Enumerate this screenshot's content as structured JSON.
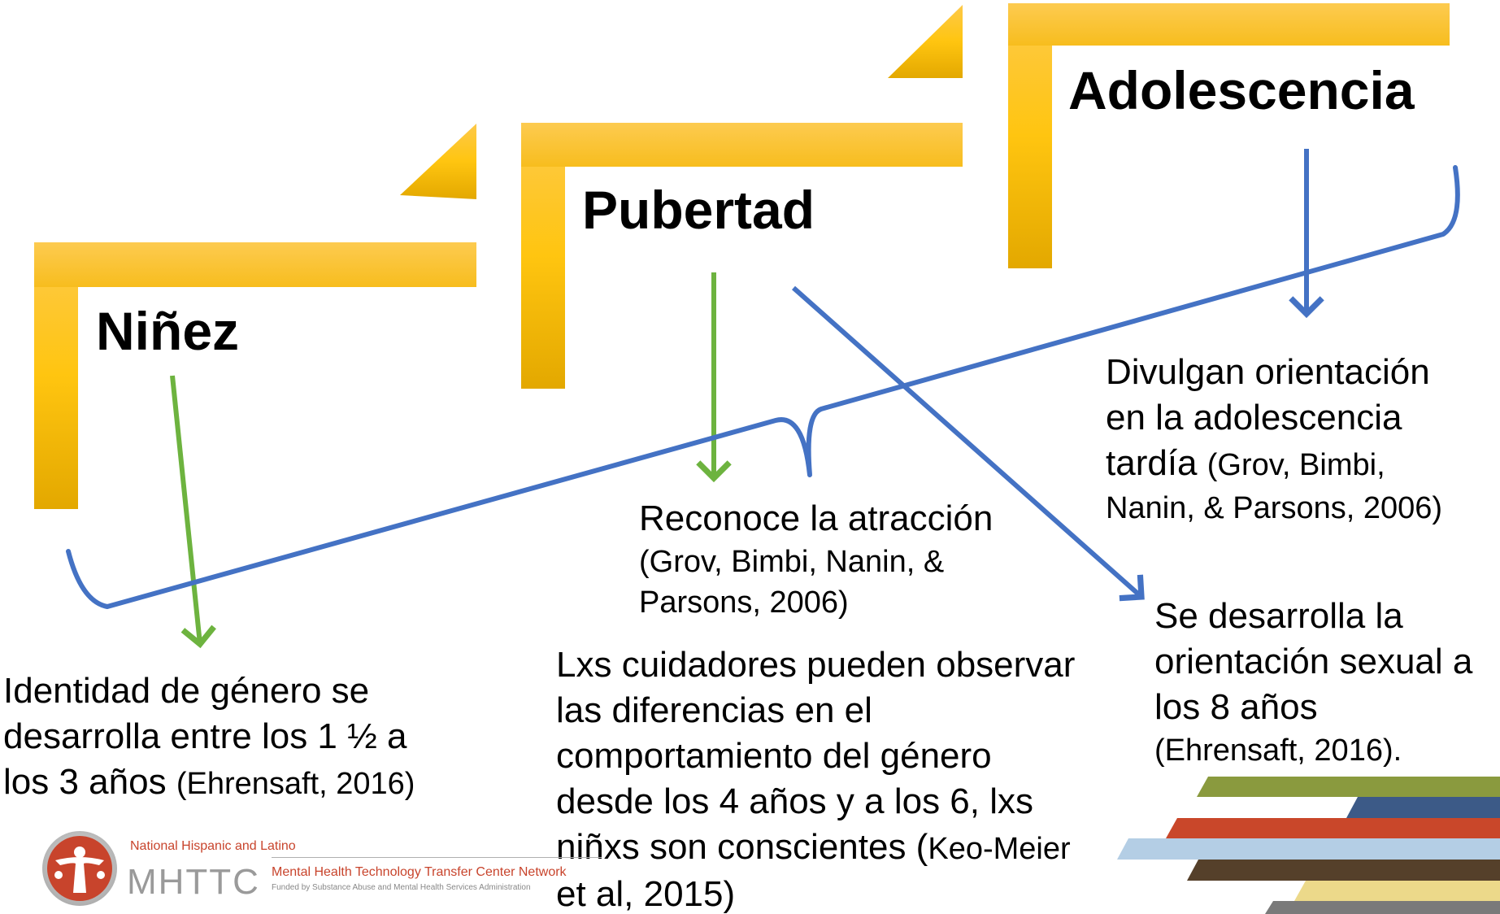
{
  "colors": {
    "step_gold_light": "#fdc94a",
    "step_gold_dark": "#e6ab00",
    "arrow_green": "#6db33f",
    "arrow_blue": "#4472c4",
    "logo_red": "#c8442c",
    "logo_grey": "#9a9a9a",
    "stripe_colors": [
      "#8a9a3e",
      "#3c5a87",
      "#c9472a",
      "#b4cee5",
      "#55402a",
      "#ecd98a",
      "#7a7a7a"
    ]
  },
  "stages": {
    "childhood": "Niñez",
    "puberty": "Pubertad",
    "adolescence": "Adolescencia"
  },
  "notes": {
    "gender_identity": {
      "line1": "Identidad de género se",
      "line2": "desarrolla entre los 1 ½ a",
      "line3_main": "los 3 años",
      "line3_cite": "(Ehrensaft, 2016)"
    },
    "attraction": {
      "line1": "Reconoce la atracción",
      "line2": "(Grov, Bimbi, Nanin, &",
      "line3": "Parsons, 2006)"
    },
    "disclosure": {
      "line1": "Divulgan orientación",
      "line2": "en la adolescencia",
      "line3_main": "tardía",
      "line3_cite": "(Grov, Bimbi,",
      "line4": "Nanin, & Parsons, 2006)"
    },
    "caregivers": {
      "line1": "Lxs cuidadores pueden observar",
      "line2": "las diferencias en el",
      "line3": "comportamiento del género",
      "line4": "desde los 4 años y a los 6, lxs",
      "line5_main": "niñxs son conscientes (",
      "line5_cite": "Keo-Meier",
      "line6": "et al, 2015)"
    },
    "orientation": {
      "line1": "Se desarrolla la",
      "line2": "orientación sexual a",
      "line3": "los 8 años",
      "line4": "(Ehrensaft, 2016)."
    }
  },
  "logo": {
    "org": "National Hispanic and Latino",
    "wordmark": "MHTTC",
    "network": "Mental Health Technology Transfer Center Network",
    "funded": "Funded by Substance Abuse and Mental Health Services Administration"
  }
}
